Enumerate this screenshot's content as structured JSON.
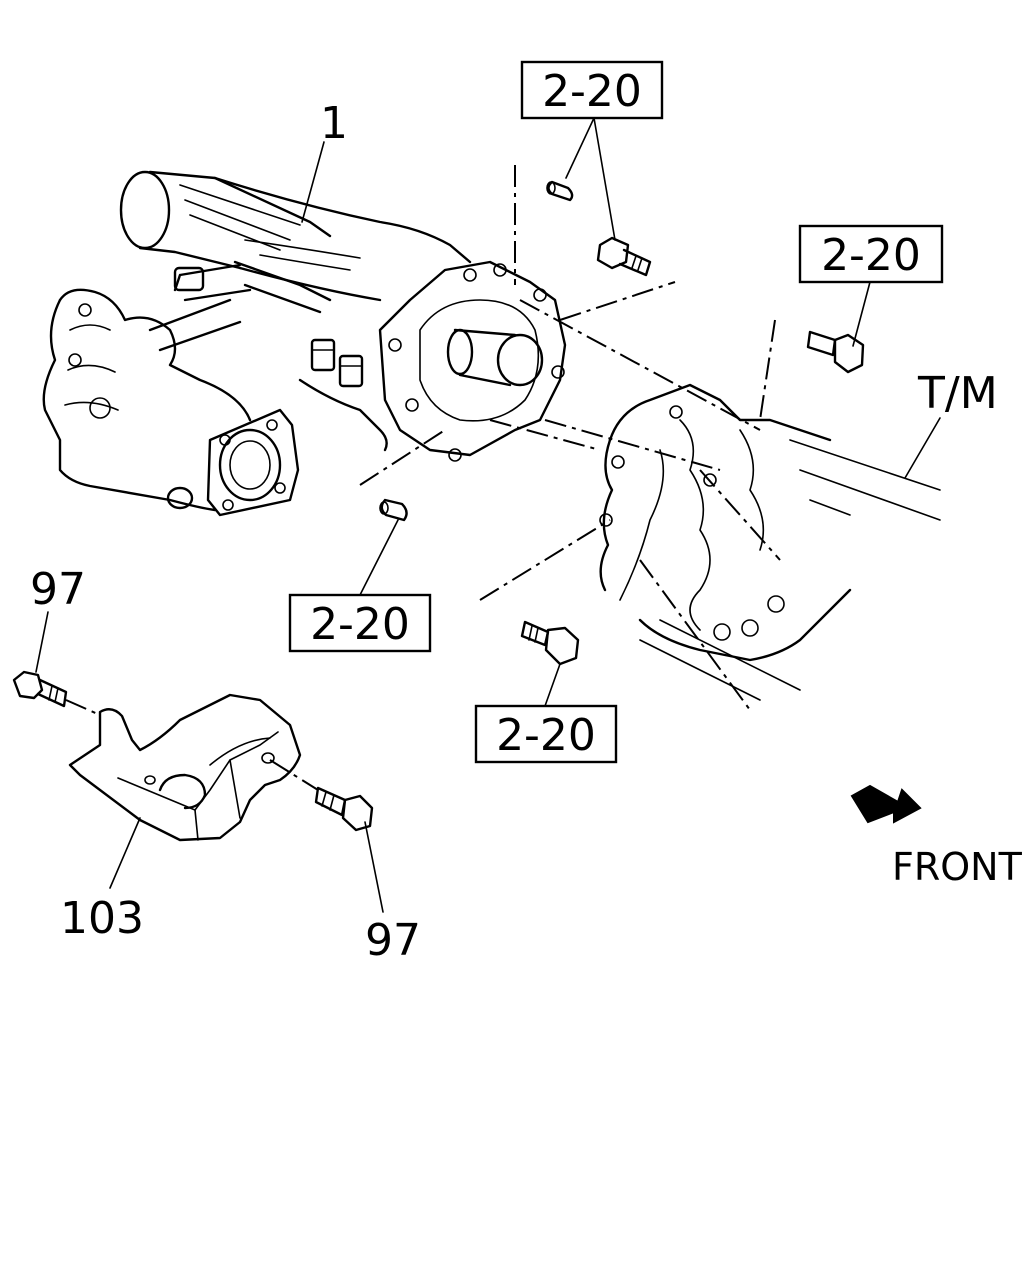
{
  "labels": {
    "part_1": "1",
    "ref_top": "2-20",
    "ref_right": "2-20",
    "ref_left": "2-20",
    "ref_bottom": "2-20",
    "tm": "T/M",
    "part_97_top": "97",
    "part_97_bottom": "97",
    "part_103": "103",
    "front": "FRONT"
  }
}
